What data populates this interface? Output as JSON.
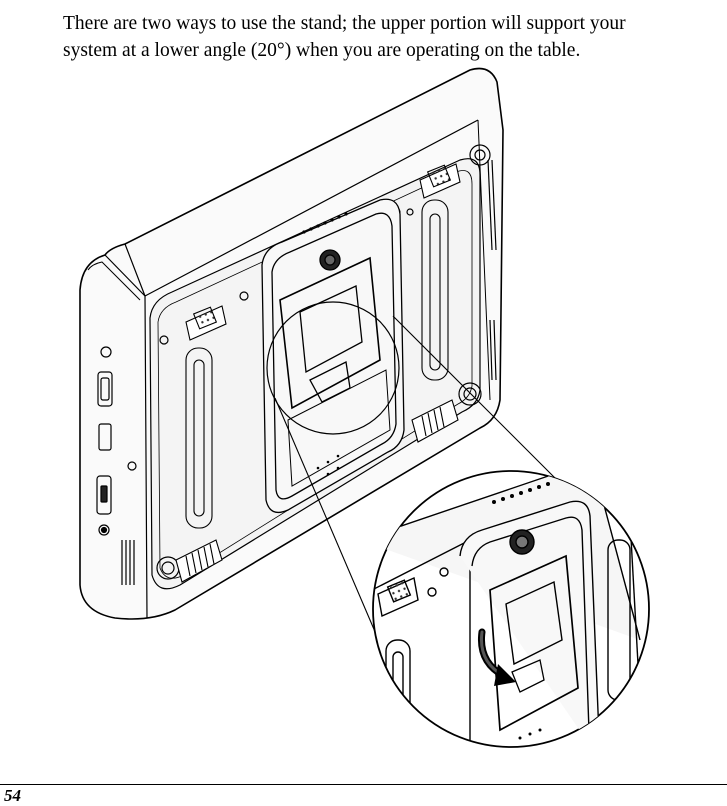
{
  "document": {
    "intro_lines": [
      "There are two ways to use the stand; the upper portion will support your",
      "system at a lower angle (20°) when you are operating on the table."
    ],
    "page_number": "54"
  },
  "illustration": {
    "subject": "tablet-back-with-stand",
    "detail_callout": "stand-upper-portion-zoom",
    "arrow_icon": "curved-arrow-icon"
  }
}
